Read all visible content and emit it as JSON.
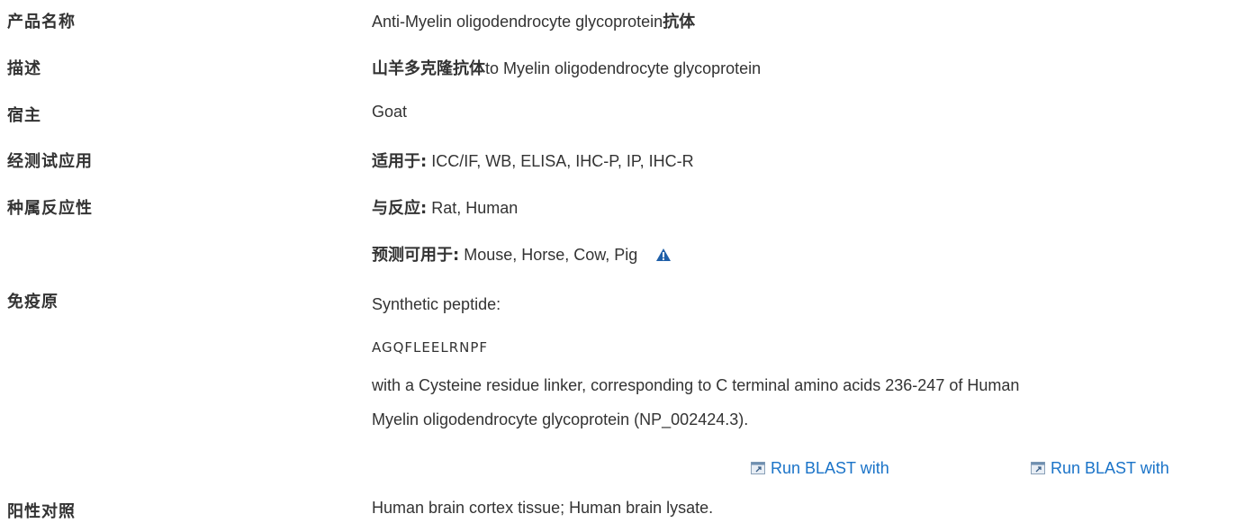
{
  "rows": {
    "product_name": {
      "label": "产品名称",
      "value": "Anti-Myelin oligodendrocyte glycoprotein",
      "value_suffix": "抗体"
    },
    "description": {
      "label": "描述",
      "value_prefix": "山羊多克隆抗体",
      "value": "to Myelin oligodendrocyte glycoprotein"
    },
    "host": {
      "label": "宿主",
      "value": "Goat"
    },
    "tested_applications": {
      "label": "经测试应用",
      "value_prefix": "适用于:",
      "value": " ICC/IF, WB, ELISA, IHC-P, IP, IHC-R"
    },
    "species_reactivity": {
      "label": "种属反应性",
      "reacts_prefix": "与反应:",
      "reacts": " Rat, Human",
      "predicted_prefix": "预测可用于:",
      "predicted": " Mouse, Horse, Cow, Pig",
      "warning_icon": "warning-triangle-icon"
    },
    "immunogen": {
      "label": "免疫原",
      "line1": "Synthetic peptide:",
      "sequence": "AGQFLEELRNPF",
      "line3a": "with a Cysteine residue linker, corresponding to C terminal amino acids 236-247 of Human",
      "line3b": "Myelin oligodendrocyte glycoprotein (NP_002424.3).",
      "blast_links": [
        "Run BLAST with",
        "Run BLAST with"
      ],
      "blast_icon": "external-window-icon"
    },
    "positive_control": {
      "label": "阳性对照",
      "value": "Human brain cortex tissue; Human brain lysate."
    }
  },
  "colors": {
    "text": "#333333",
    "link": "#1a73c8",
    "warning": "#1f5fa8"
  }
}
